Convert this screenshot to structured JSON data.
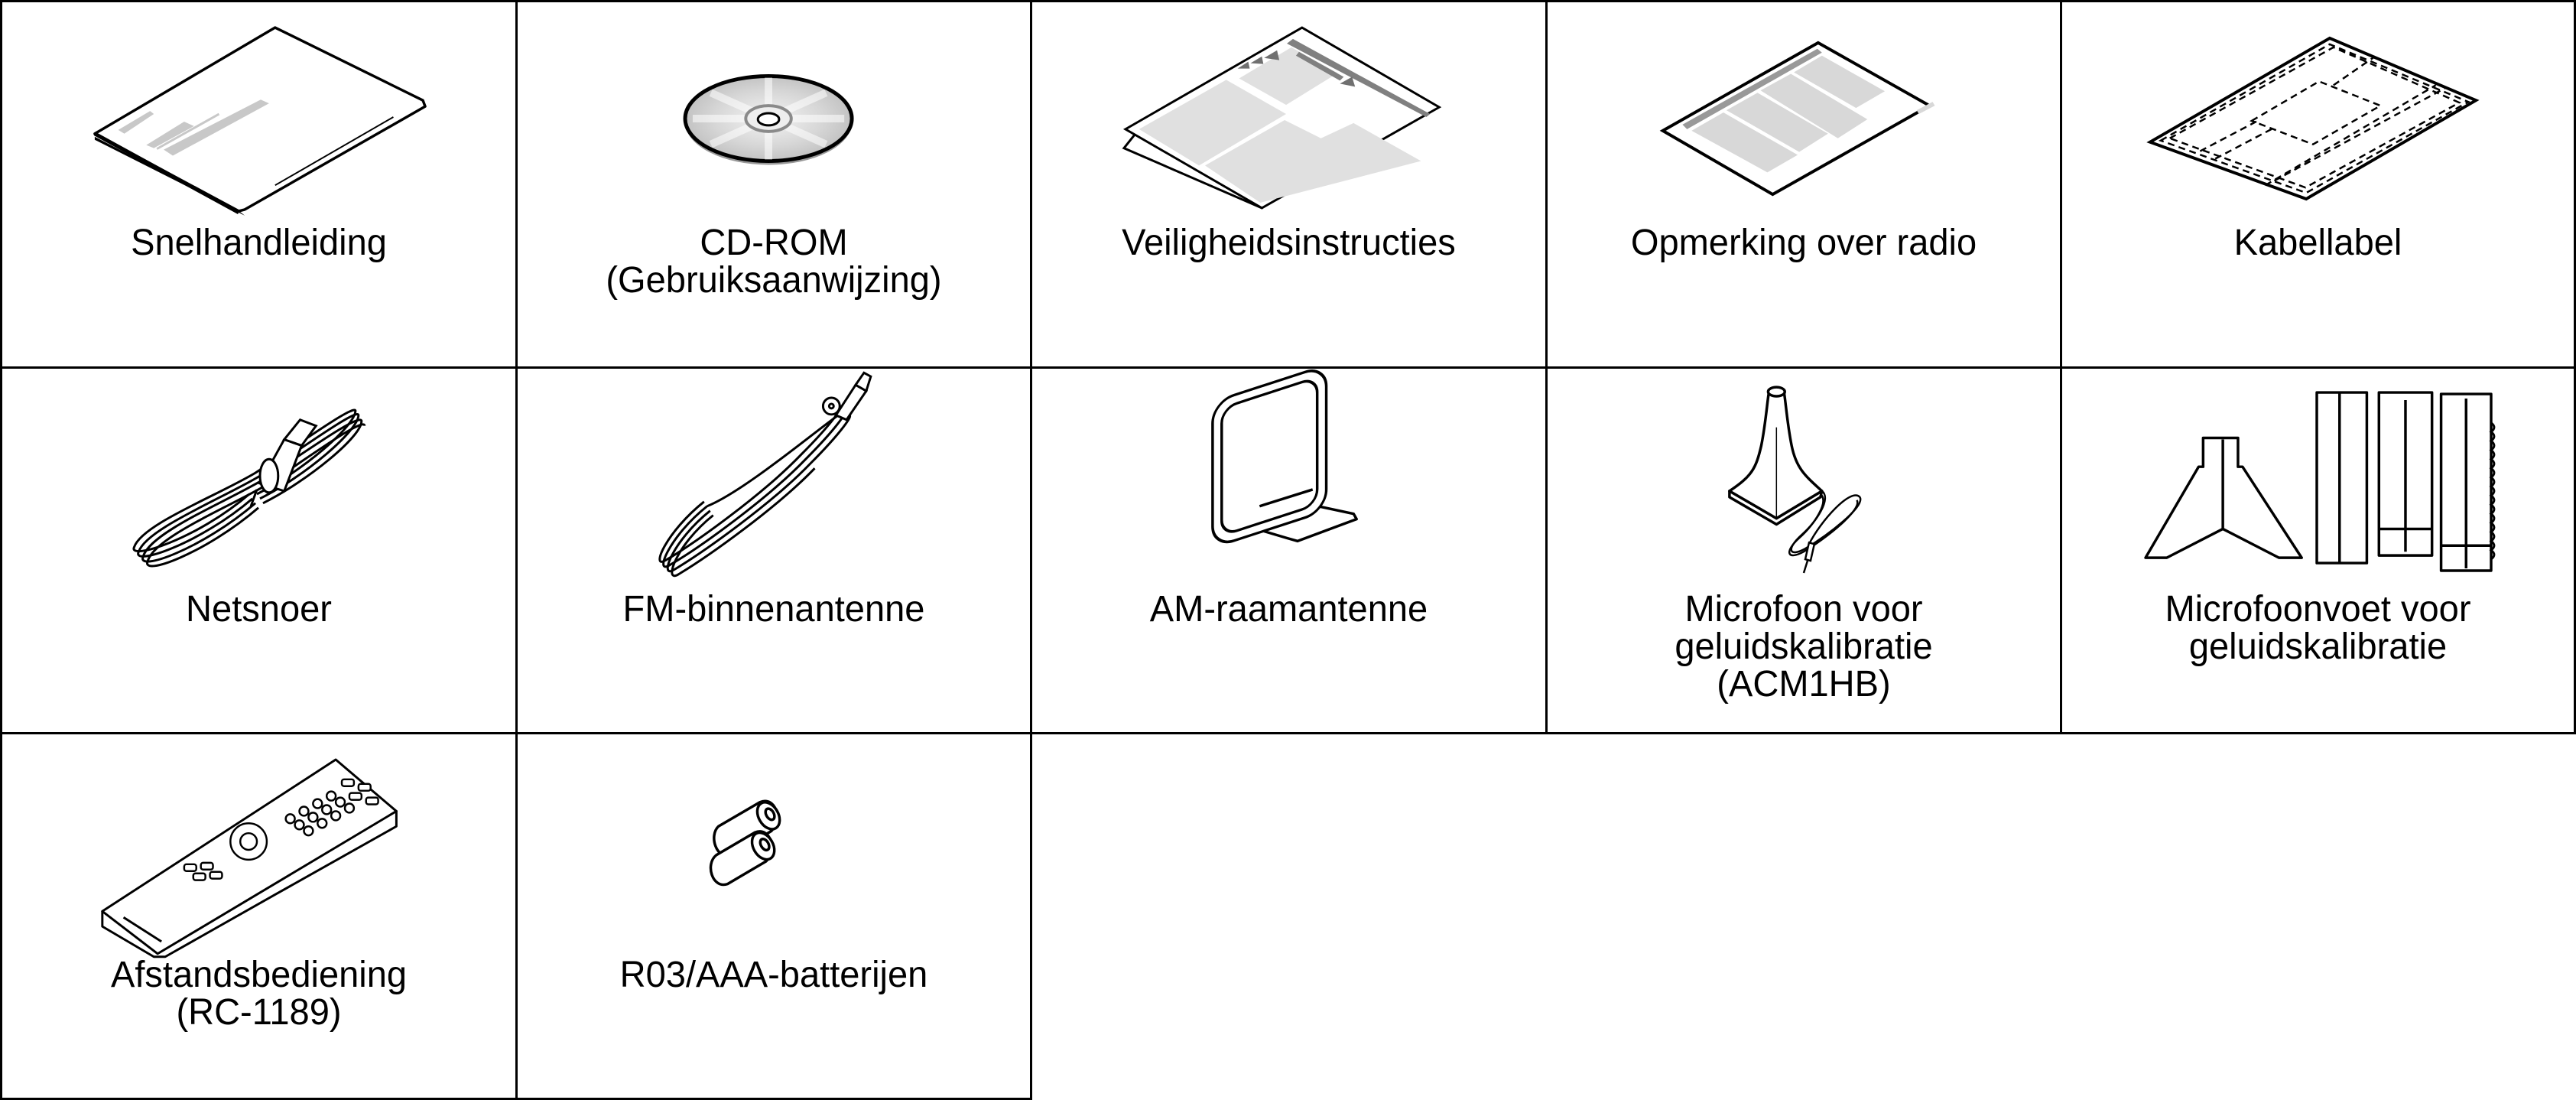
{
  "title": "Meegeleverde accessoires",
  "items": [
    {
      "id": "quick-guide",
      "icon": "booklet-icon",
      "lines": [
        "Snelhandleiding"
      ]
    },
    {
      "id": "cd-rom",
      "icon": "cd-icon",
      "lines": [
        "CD-ROM",
        "(Gebruiksaanwijzing)"
      ]
    },
    {
      "id": "safety",
      "icon": "folded-sheet-icon",
      "lines": [
        "Veiligheidsinstructies"
      ]
    },
    {
      "id": "radio-notice",
      "icon": "sheet-icon",
      "lines": [
        "Opmerking over radio"
      ]
    },
    {
      "id": "cable-label",
      "icon": "label-sheet-icon",
      "lines": [
        "Kabellabel"
      ]
    },
    {
      "id": "power-cord",
      "icon": "power-cord-icon",
      "lines": [
        "Netsnoer"
      ]
    },
    {
      "id": "fm-antenna",
      "icon": "fm-antenna-icon",
      "lines": [
        "FM-binnenantenne"
      ]
    },
    {
      "id": "am-antenna",
      "icon": "am-loop-antenna-icon",
      "lines": [
        "AM-raamantenne"
      ]
    },
    {
      "id": "mic",
      "icon": "microphone-icon",
      "lines": [
        "Microfoon voor",
        "geluidskalibratie",
        "(ACM1HB)"
      ]
    },
    {
      "id": "mic-stand",
      "icon": "microphone-stand-icon",
      "lines": [
        "Microfoonvoet voor",
        "geluidskalibratie"
      ]
    },
    {
      "id": "remote",
      "icon": "remote-control-icon",
      "lines": [
        "Afstandsbediening",
        "(RC-1189)"
      ]
    },
    {
      "id": "batteries",
      "icon": "batteries-icon",
      "lines": [
        "R03/AAA-batterijen"
      ]
    }
  ],
  "colors": {
    "line": "#000000",
    "fill_light": "#e0e0e0",
    "fill_mid": "#808080"
  }
}
